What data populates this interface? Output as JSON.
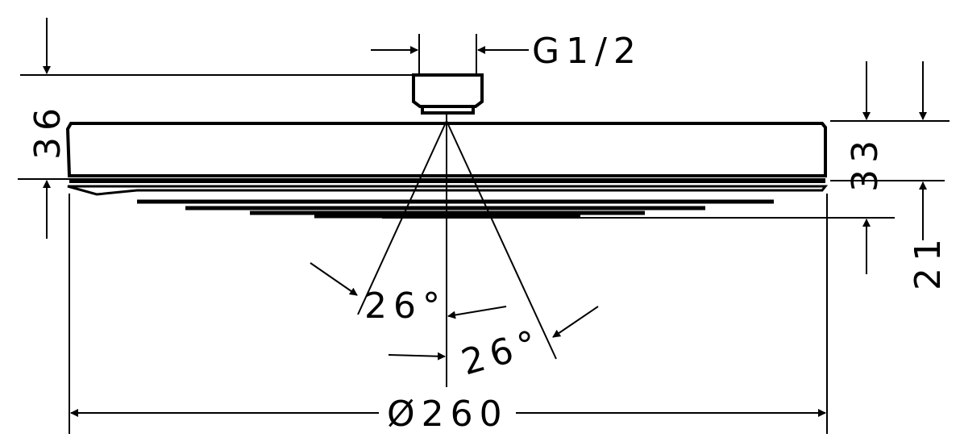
{
  "dimensions": {
    "connection": "G1/2",
    "overall_height": "36",
    "head_height": "33",
    "lower_offset": "21",
    "spray_angle_left": "26°",
    "spray_angle_right": "26°",
    "diameter": "Ø260"
  },
  "colors": {
    "line": "#000000",
    "background": "#ffffff"
  }
}
